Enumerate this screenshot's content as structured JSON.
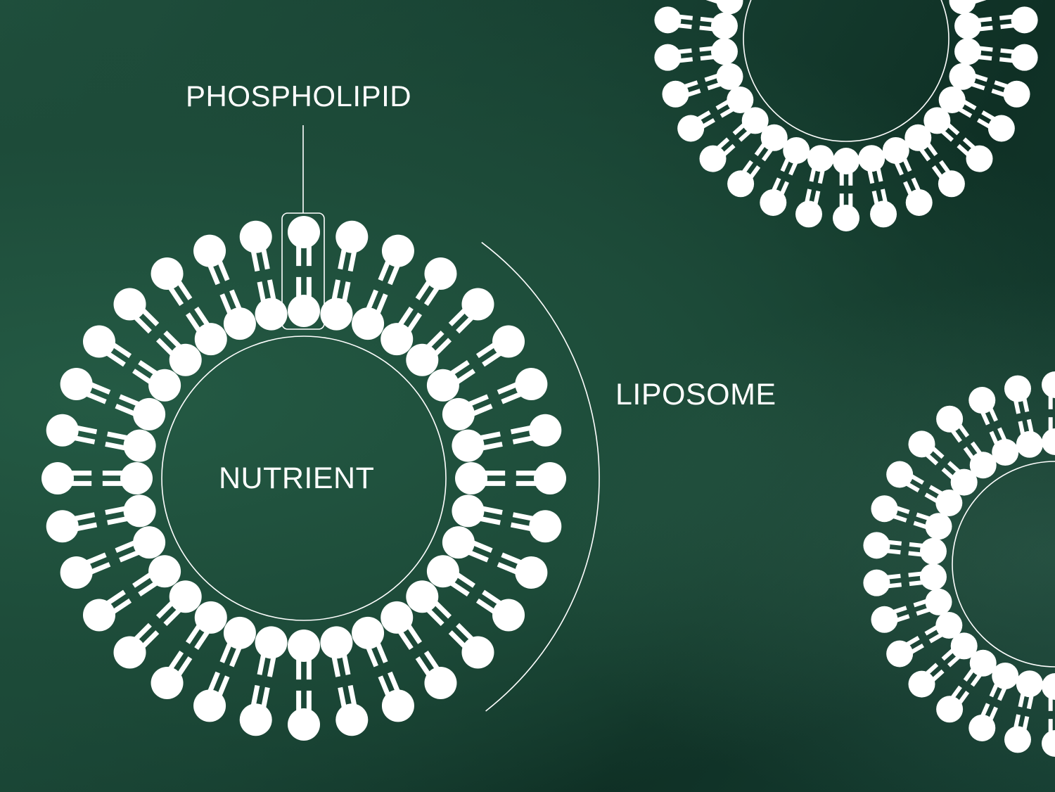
{
  "labels": {
    "phospholipid": "PHOSPHOLIPID",
    "nutrient": "NUTRIENT",
    "liposome": "LIPOSOME"
  },
  "colors": {
    "background": "#1b4534",
    "foreground": "#ffffff"
  }
}
